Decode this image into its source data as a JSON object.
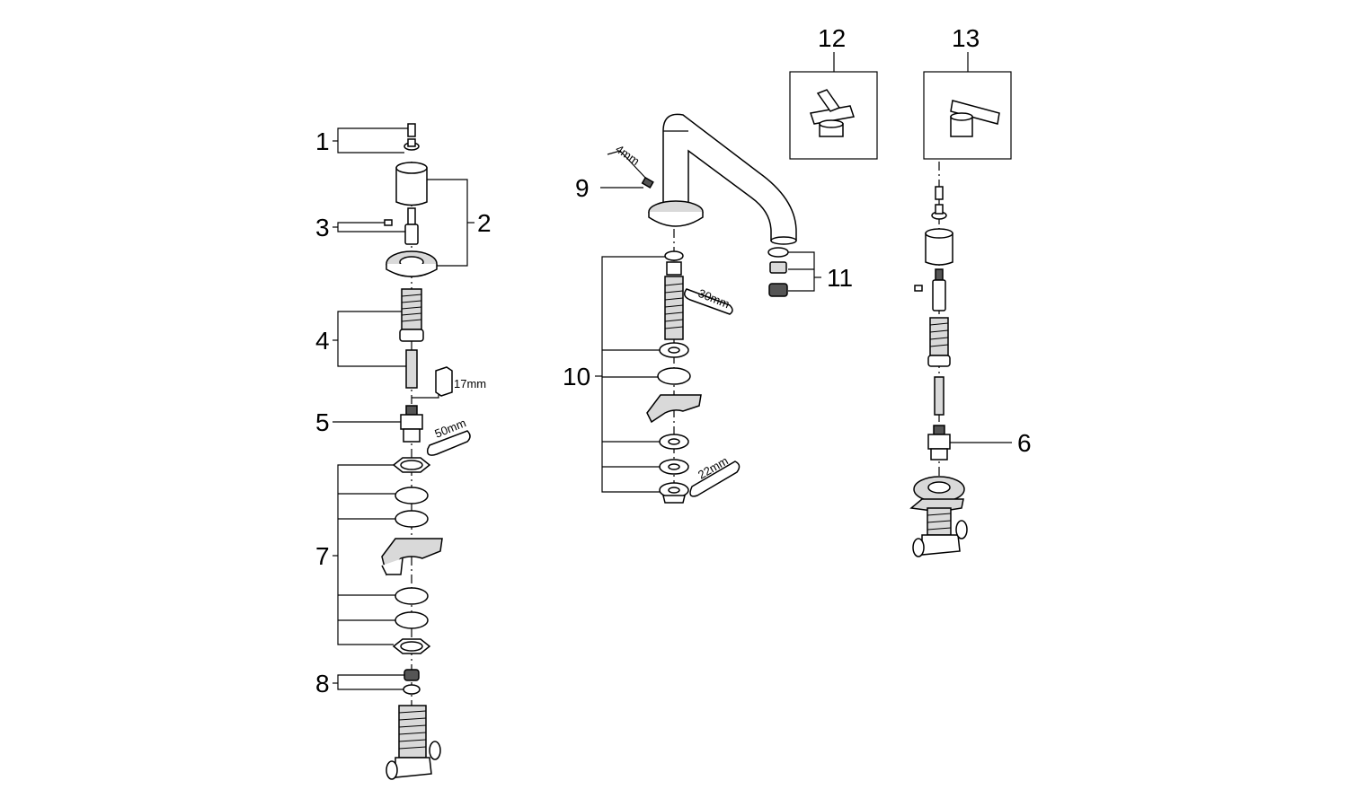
{
  "callouts": {
    "c1": "1",
    "c2": "2",
    "c3": "3",
    "c4": "4",
    "c5": "5",
    "c6": "6",
    "c7": "7",
    "c8": "8",
    "c9": "9",
    "c10": "10",
    "c11": "11",
    "c12": "12",
    "c13": "13"
  },
  "dimensions": {
    "hex17": "17mm",
    "wrench50": "50mm",
    "hex4": "4mm",
    "wrench30": "30mm",
    "wrench22": "22mm"
  }
}
